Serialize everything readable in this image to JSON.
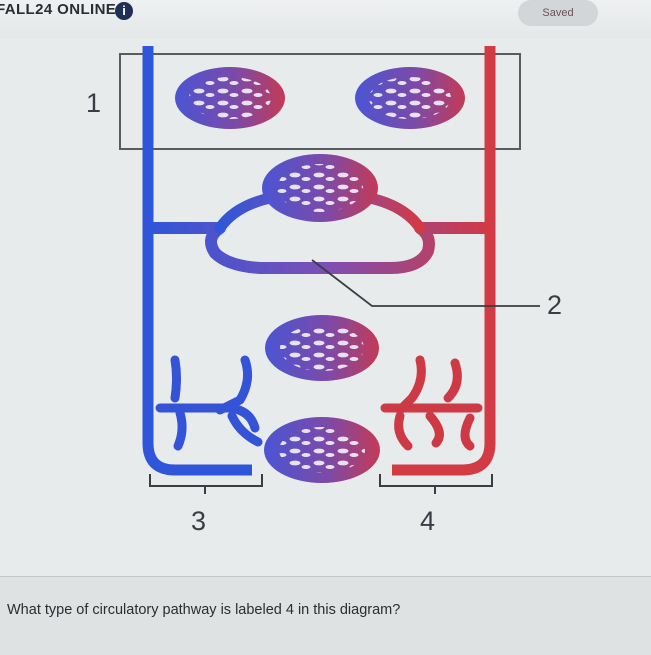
{
  "header": {
    "course_title": "FALL24 ONLINE",
    "info_glyph": "i",
    "status": "Saved"
  },
  "diagram": {
    "labels": [
      "1",
      "2",
      "3",
      "4"
    ]
  },
  "question": {
    "text": "What type of circulatory pathway is labeled 4 in this diagram?"
  },
  "icons": [
    "info-icon"
  ],
  "colors": {
    "oxygen_poor": "#2f56d8",
    "oxygen_rich": "#d23a44",
    "transition": "#7a4fb8"
  }
}
